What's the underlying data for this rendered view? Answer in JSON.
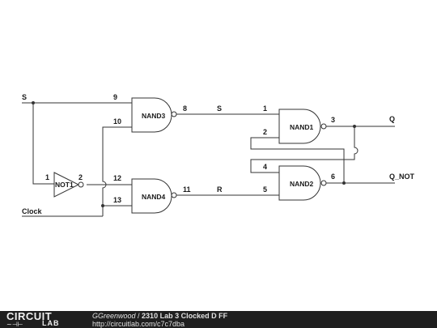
{
  "diagram": {
    "inputs": {
      "s": "S",
      "clock": "Clock"
    },
    "outputs": {
      "q": "Q",
      "q_not": "Q_NOT"
    },
    "nets": {
      "s": "S",
      "r": "R"
    },
    "gates": {
      "nand1": "NAND1",
      "nand2": "NAND2",
      "nand3": "NAND3",
      "nand4": "NAND4",
      "not1": "NOT1"
    },
    "pins": {
      "p1": "1",
      "p2": "2",
      "p3": "3",
      "p4": "4",
      "p5": "5",
      "p6": "6",
      "p8": "8",
      "p9": "9",
      "p10": "10",
      "p11": "11",
      "p12": "12",
      "p13": "13",
      "not_in": "1",
      "not_out": "2"
    }
  },
  "footer": {
    "logo_line1": "CIRCUIT",
    "logo_line2": "LAB",
    "author": "GGreenwood",
    "separator": " / ",
    "title": "2310 Lab 3 Clocked D FF",
    "url": "http://circuitlab.com/c7c7dba"
  }
}
